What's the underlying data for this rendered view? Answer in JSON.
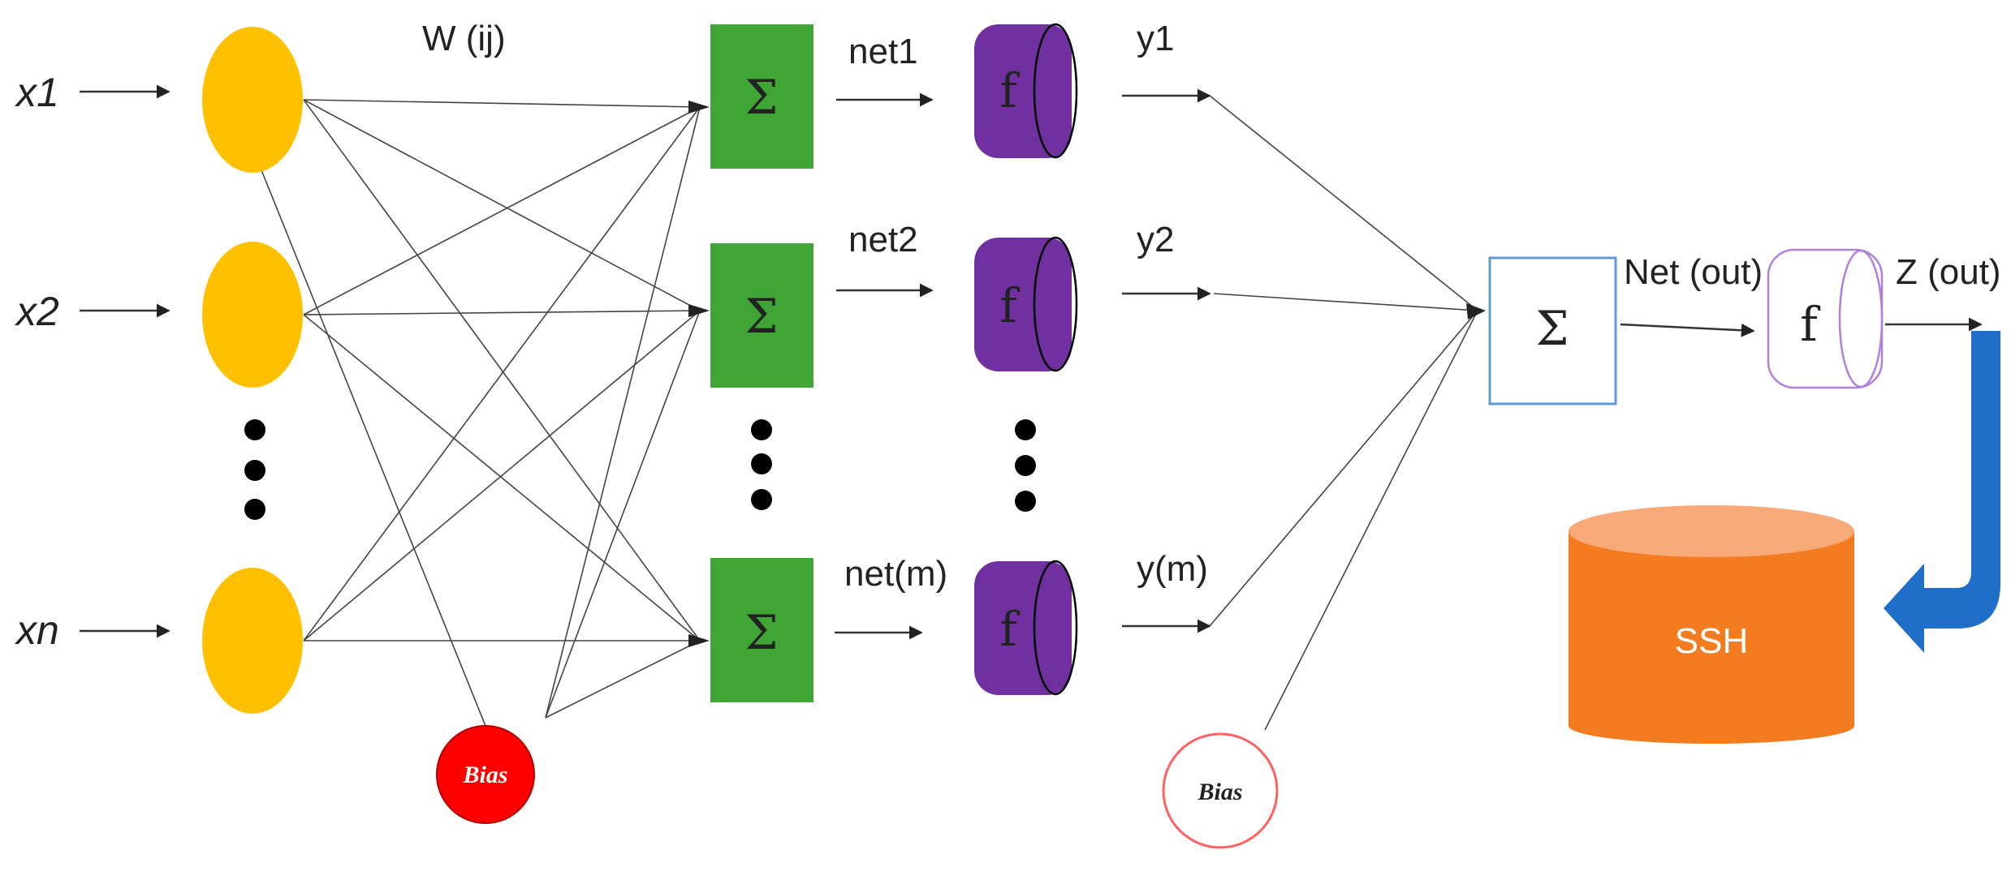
{
  "inputs": [
    "x1",
    "x2",
    "xn"
  ],
  "weight_label": "W (ij)",
  "hidden_net_labels": [
    "net1",
    "net2",
    "net(m)"
  ],
  "hidden_output_labels": [
    "y1",
    "y2",
    "y(m)"
  ],
  "sum_symbol": "Σ",
  "activation_symbol": "f",
  "bias_label": "Bias",
  "output_net_label": "Net (out)",
  "output_label": "Z (out)",
  "database_label": "SSH",
  "colors": {
    "input_node": "#FFC000",
    "sum_node": "#3FA535",
    "activation_node": "#7030A0",
    "hidden_bias": "#FF0000",
    "output_sum_border": "#5B9BD5",
    "output_activation_border": "#B07FE0",
    "output_bias_border": "#FF6060",
    "database": "#F47C20",
    "database_top": "#F8A978",
    "big_arrow": "#1F6FC8"
  }
}
